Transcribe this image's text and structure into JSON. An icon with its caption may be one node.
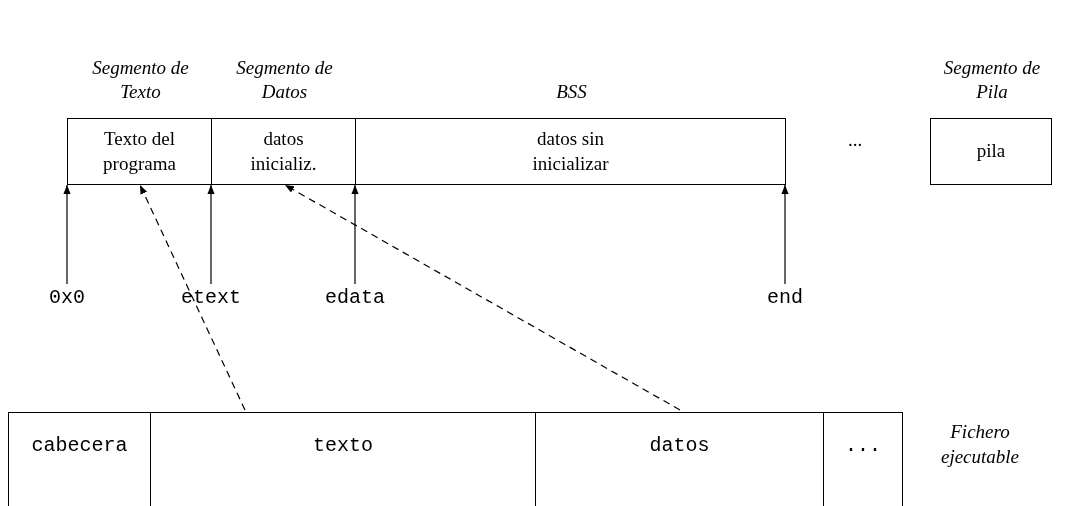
{
  "diagram": {
    "nodes": [
      {
        "text": [
          "Segmento de Texto",
          "Texto del programa"
        ]
      },
      {
        "text": [
          "Segmento de Datos",
          "datos inicializ."
        ]
      },
      {
        "text": [
          "BSS",
          "datos sin inicializar"
        ]
      },
      {
        "text": [
          "Segmento de Pila",
          "pila"
        ]
      },
      {
        "text": [
          "0x0"
        ]
      },
      {
        "text": [
          "etext"
        ]
      },
      {
        "text": [
          "edata"
        ]
      },
      {
        "text": [
          "end"
        ]
      },
      {
        "text": [
          "cabecera"
        ]
      },
      {
        "text": [
          "texto"
        ]
      },
      {
        "text": [
          "datos"
        ]
      },
      {
        "text": [
          "..."
        ]
      }
    ],
    "edges": [
      {
        "from": 4,
        "to": 0,
        "arrow": "to"
      },
      {
        "from": 5,
        "to": 1,
        "arrow": "to"
      },
      {
        "from": 6,
        "to": 2,
        "arrow": "to"
      },
      {
        "from": 7,
        "to": 2,
        "arrow": "to"
      },
      {
        "from": 9,
        "to": 0,
        "arrow": "to",
        "style": "dashed"
      },
      {
        "from": 10,
        "to": 1,
        "arrow": "to",
        "style": "dashed"
      }
    ],
    "labels": [
      "...",
      "Fichero ejecutable"
    ]
  }
}
